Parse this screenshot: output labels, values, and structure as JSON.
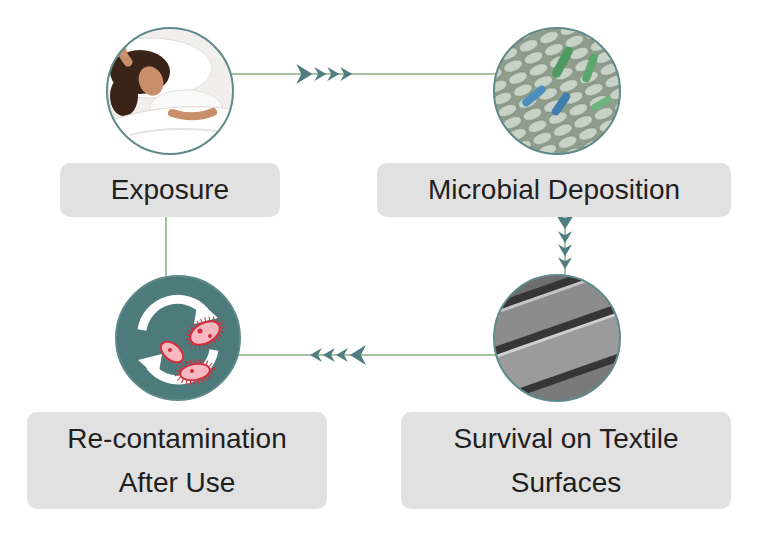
{
  "diagram": {
    "nodes": [
      {
        "text": [
          "Exposure"
        ]
      },
      {
        "text": [
          "Microbial Deposition"
        ]
      },
      {
        "text": [
          "Survival on Textile Surfaces"
        ]
      },
      {
        "text": [
          "Re-contamination After Use"
        ]
      }
    ],
    "edges": [
      {
        "from": 0,
        "to": 1,
        "arrow": "to"
      },
      {
        "from": 1,
        "to": 2,
        "arrow": "to"
      },
      {
        "from": 2,
        "to": 3,
        "arrow": "to"
      },
      {
        "from": 3,
        "to": 0,
        "arrow": "none"
      }
    ]
  }
}
